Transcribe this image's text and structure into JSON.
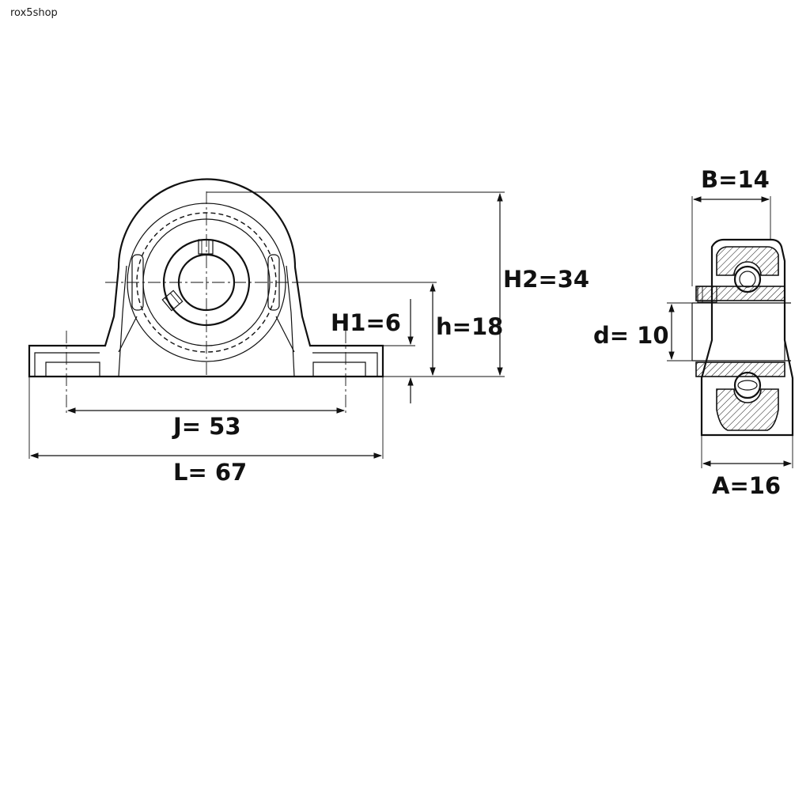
{
  "watermark": "rox5shop",
  "dimensions": {
    "H2": "H2=34",
    "h": "h=18",
    "H1": "H1=6",
    "J": "J= 53",
    "L": "L= 67",
    "B": "B=14",
    "d": "d= 10",
    "A": "A=16"
  },
  "colors": {
    "line": "#111111",
    "background": "#ffffff"
  }
}
